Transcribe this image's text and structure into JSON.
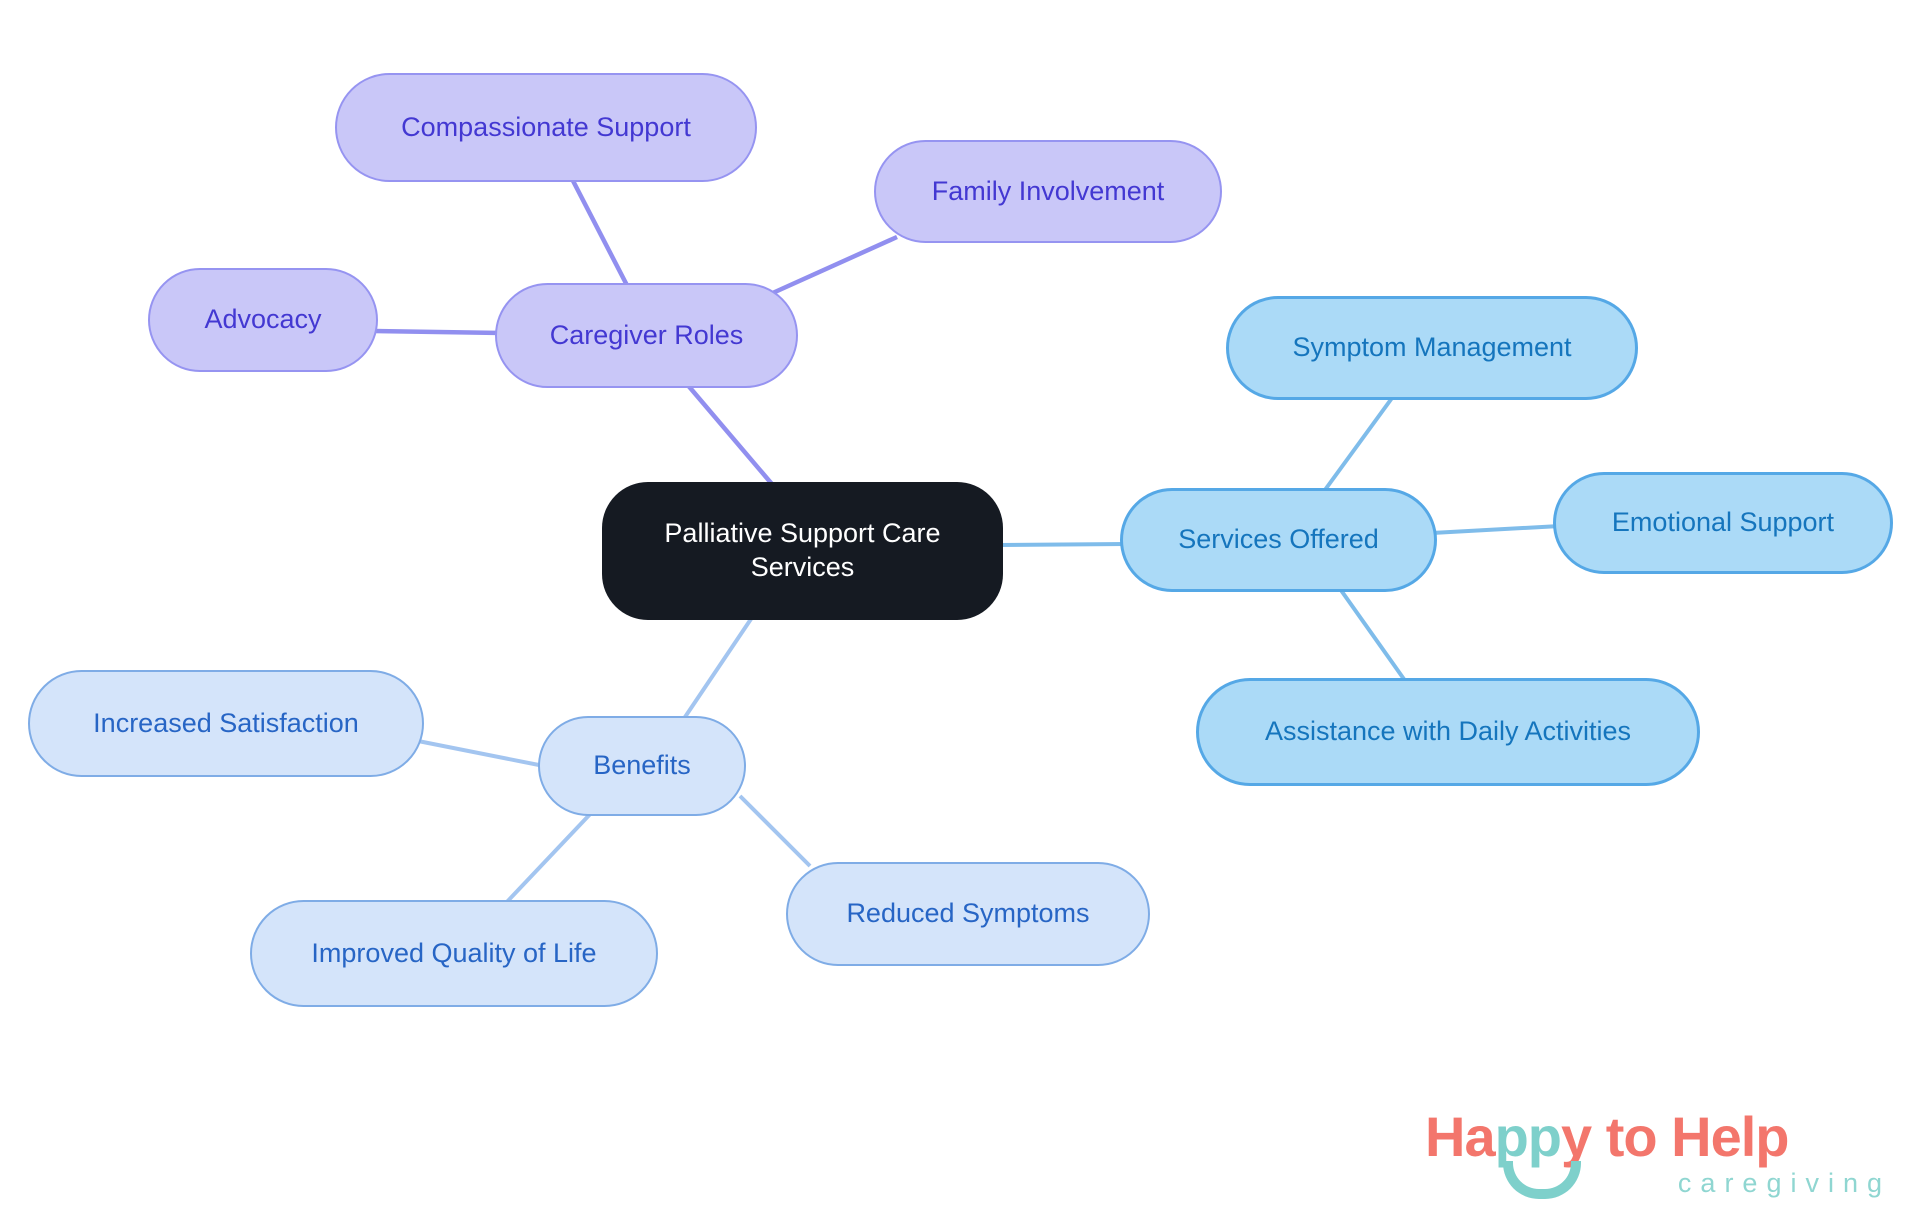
{
  "diagram": {
    "center": {
      "label": "Palliative Support Care Services"
    },
    "branches": [
      {
        "id": "caregiver-roles",
        "label": "Caregiver Roles",
        "children": [
          "Compassionate Support",
          "Family Involvement",
          "Advocacy"
        ]
      },
      {
        "id": "services-offered",
        "label": "Services Offered",
        "children": [
          "Symptom Management",
          "Emotional Support",
          "Assistance with Daily Activities"
        ]
      },
      {
        "id": "benefits",
        "label": "Benefits",
        "children": [
          "Increased Satisfaction",
          "Improved Quality of Life",
          "Reduced Symptoms"
        ]
      }
    ]
  },
  "palette": {
    "center_bg": "#151A22",
    "center_text": "#FFFFFF",
    "caregiver_fill": "#C9C7F8",
    "caregiver_border": "#9694F1",
    "caregiver_text": "#4338D2",
    "caregiver_line": "#918FEF",
    "services_fill": "#ABDAF7",
    "services_border": "#55A8E6",
    "services_text": "#1575BD",
    "services_line": "#7FBCEA",
    "benefits_fill": "#D4E4FA",
    "benefits_border": "#7FACE6",
    "benefits_text": "#2765C5",
    "benefits_line": "#A3C5F0",
    "logo_coral": "#F3766C",
    "logo_teal": "#7ED0CB"
  },
  "logo": {
    "text_start": "Ha",
    "text_accent": "pp",
    "text_end": "y to Help",
    "subtitle": "caregiving"
  }
}
